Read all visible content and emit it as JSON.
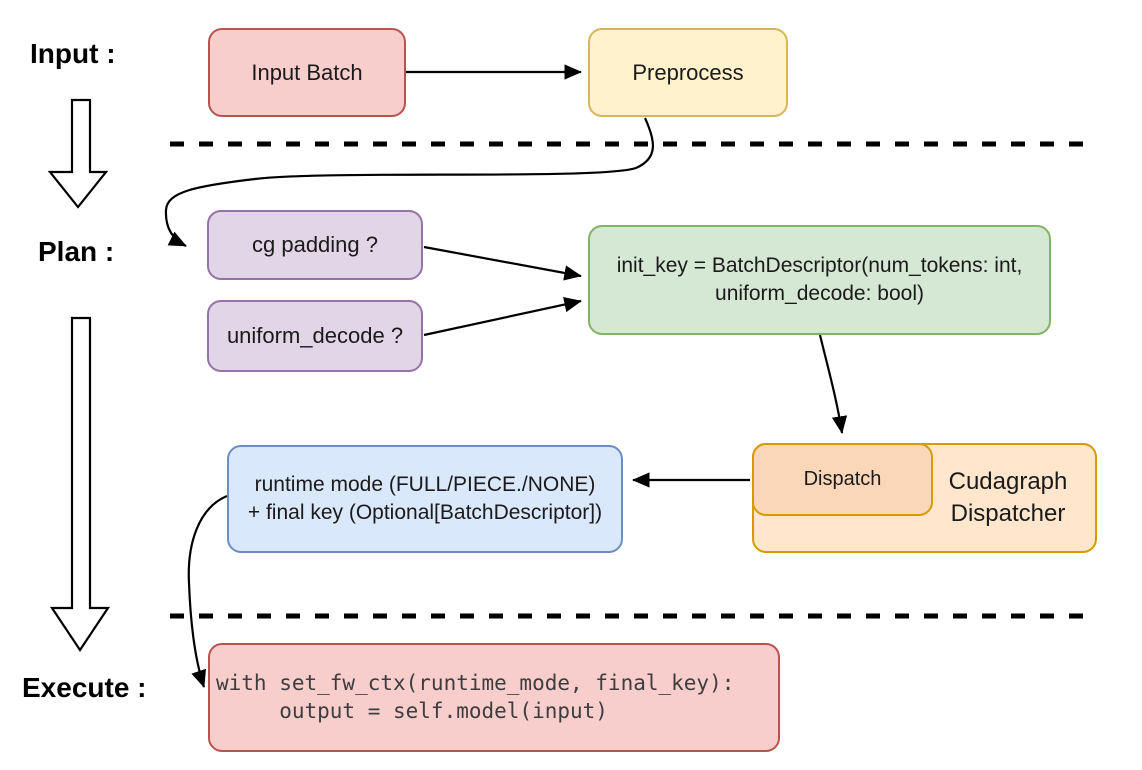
{
  "title": "CUDA graph dispatch flow diagram",
  "palette": {
    "background": "#ffffff",
    "line_color": "#000000",
    "red_fill": "#f8cecc",
    "red_stroke": "#b85450",
    "yellow_fill": "#fff2cc",
    "yellow_stroke": "#d6b656",
    "purple_fill": "#e1d5e7",
    "purple_stroke": "#9673a6",
    "green_fill": "#d5e8d4",
    "green_stroke": "#82b366",
    "blue_fill": "#dae8fc",
    "blue_stroke": "#6c8ebf",
    "orange_fill": "#ffe6cc",
    "orange_stroke": "#d79b00",
    "orange_inner_fill": "#fbd7b9"
  },
  "sections": {
    "input_label": "Input :",
    "plan_label": "Plan :",
    "execute_label": "Execute :"
  },
  "nodes": {
    "input_batch": {
      "label": "Input Batch",
      "fill": "#f8cecc",
      "stroke": "#b85450"
    },
    "preprocess": {
      "label": "Preprocess",
      "fill": "#fff2cc",
      "stroke": "#d6b656"
    },
    "cg_padding": {
      "label": "cg padding ?",
      "fill": "#e1d5e7",
      "stroke": "#9673a6"
    },
    "uniform_decode": {
      "label": "uniform_decode ?",
      "fill": "#e1d5e7",
      "stroke": "#9673a6"
    },
    "init_key": {
      "line1": "init_key = BatchDescriptor(num_tokens: int,",
      "line2": "uniform_decode: bool)",
      "fill": "#d5e8d4",
      "stroke": "#82b366"
    },
    "dispatch": {
      "label": "Dispatch",
      "fill": "#fbd7b9",
      "stroke": "#d79b00"
    },
    "cudagraph_dispatcher": {
      "line1": "Cudagraph",
      "line2": "Dispatcher",
      "fill": "#ffe6cc",
      "stroke": "#d79b00"
    },
    "runtime_mode": {
      "line1": "runtime mode (FULL/PIECE./NONE)",
      "line2": "+ final key (Optional[BatchDescriptor])",
      "fill": "#dae8fc",
      "stroke": "#6c8ebf"
    },
    "execute_code": {
      "line1": "with set_fw_ctx(runtime_mode, final_key):",
      "line2": "     output = self.model(input)",
      "fill": "#f8cecc",
      "stroke": "#b85450"
    }
  }
}
